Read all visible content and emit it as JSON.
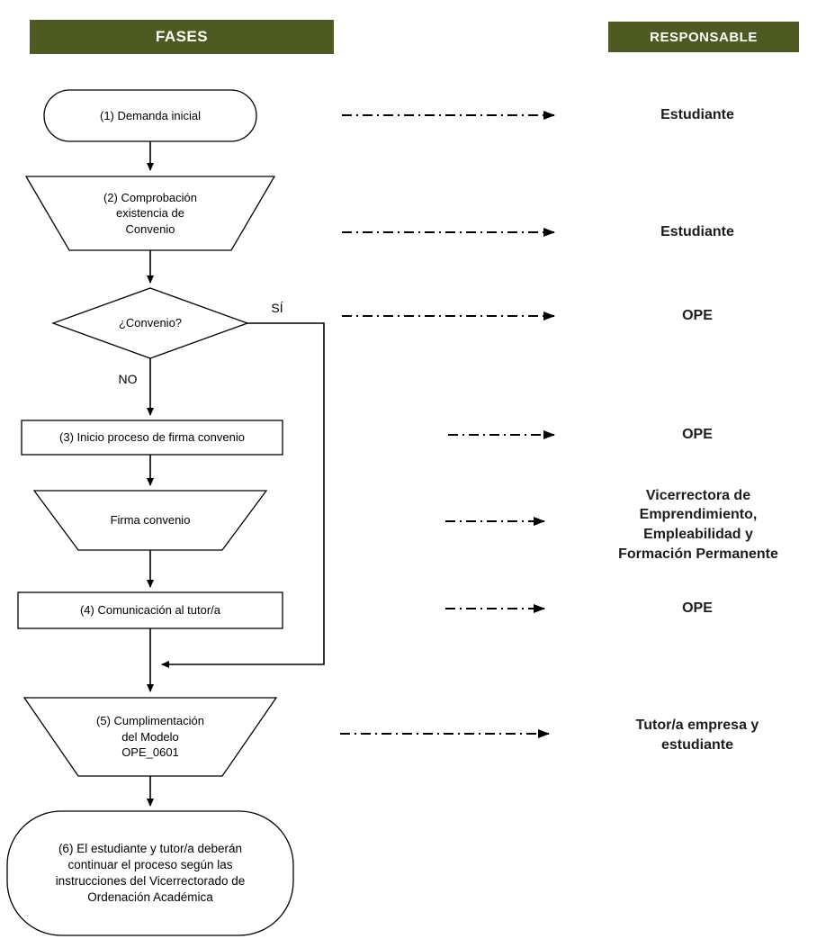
{
  "title_bars": {
    "fases": "FASES",
    "responsable": "RESPONSABLE"
  },
  "flowchart": {
    "step1": "(1) Demanda inicial",
    "step2": "(2) Comprobación\nexistencia de\nConvenio",
    "decision": "¿Convenio?",
    "label_yes": "SÍ",
    "label_no": "NO",
    "step3": "(3) Inicio proceso de firma convenio",
    "step_firma": "Firma convenio",
    "step4": "(4) Comunicación al tutor/a",
    "step5": "(5) Cumplimentación\ndel Modelo\nOPE_0601",
    "step6": "(6) El estudiante y tutor/a deberán\ncontinuar el proceso según las\ninstrucciones del Vicerrectorado de\nOrdenación Académica"
  },
  "responsables": [
    "Estudiante",
    "Estudiante",
    "OPE",
    "OPE",
    "Vicerrectora de\nEmprendimiento,\nEmpleabilidad y\nFormación Permanente",
    "OPE",
    "Tutor/a empresa y\nestudiante"
  ],
  "colors": {
    "header_bg": "#4d5a21",
    "header_text": "#ffffff",
    "shape_fill": "#ffffff",
    "shape_stroke": "#000000",
    "connector": "#000000",
    "label_text": "#1d1d1d"
  }
}
